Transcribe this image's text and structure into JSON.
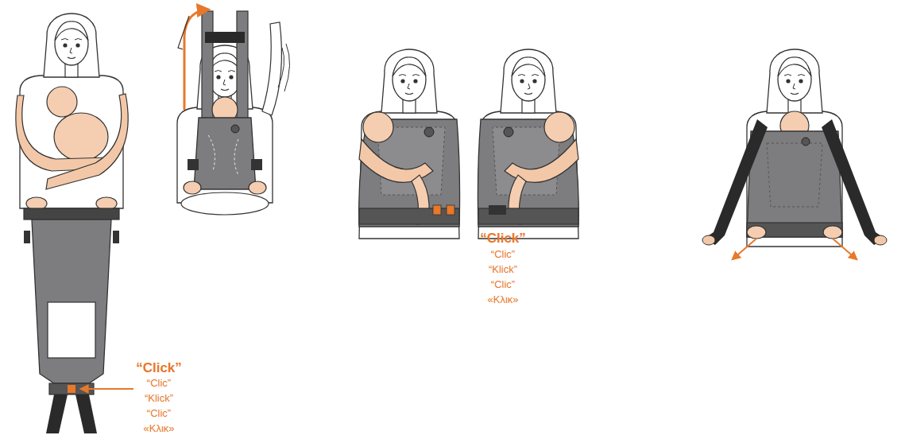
{
  "diagram": {
    "labels": [
      "“Click”",
      "“Clic”",
      "“Klick”",
      "“Clic”",
      "«Κλικ»",
      "“Click”",
      "“Clic”",
      "“Klick”",
      "“Clic”",
      "«Κλικ»"
    ]
  }
}
